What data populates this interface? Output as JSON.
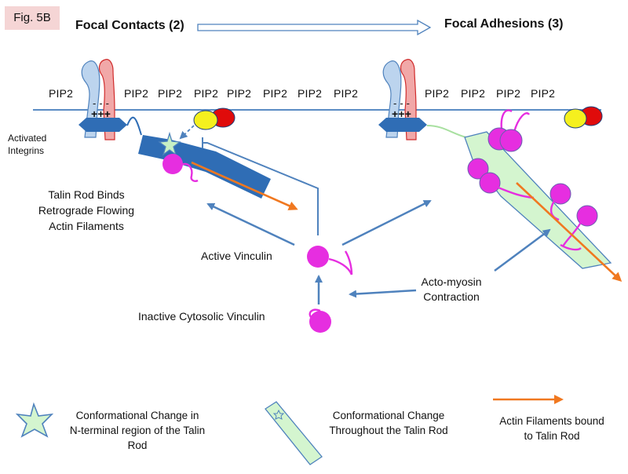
{
  "figure": {
    "tag": "Fig. 5B",
    "left_title": "Focal Contacts (2)",
    "right_title": "Focal Adhesions (3)"
  },
  "membrane": {
    "left_pip_labels": [
      "PIP2",
      "PIP2",
      "PIP2",
      "PIP2",
      "PIP2",
      "PIP2",
      "PIP2",
      "PIP2"
    ],
    "right_pip_labels": [
      "PIP2",
      "PIP2",
      "PIP2",
      "PIP2"
    ],
    "minus_charges": "- - -",
    "plus_charges": "+++"
  },
  "labels": {
    "activated_integrins": [
      "Activated",
      "Integrins"
    ],
    "talin_rod_binds": [
      "Talin Rod Binds",
      "Retrograde Flowing",
      "Actin Filaments"
    ],
    "active_vinculin": "Active Vinculin",
    "inactive_vinculin": "Inactive Cytosolic Vinculin",
    "actomyosin": [
      "Acto-myosin",
      "Contraction"
    ]
  },
  "legend": {
    "star_text": [
      "Conformational Change in",
      "N-terminal region of the Talin",
      "Rod"
    ],
    "rod_text": [
      "Conformational Change",
      "Throughout the Talin Rod"
    ],
    "arrow_text": [
      "Actin Filaments bound",
      "to Talin Rod"
    ]
  },
  "colors": {
    "integrin_light": "#bcd4ee",
    "integrin_red": "#f1a8a8",
    "membrane": "#5b8cc4",
    "talin_dark": "#2f6db5",
    "talin_light": "#d4f5cf",
    "vinculin": "#e62ee0",
    "actin": "#f07820",
    "arrow": "#4f82bd",
    "pip_yellow": "#f5f01e",
    "pip_red": "#e00b0b"
  },
  "icons": [
    "star-icon",
    "talin-rod-icon",
    "actin-arrow-icon"
  ]
}
